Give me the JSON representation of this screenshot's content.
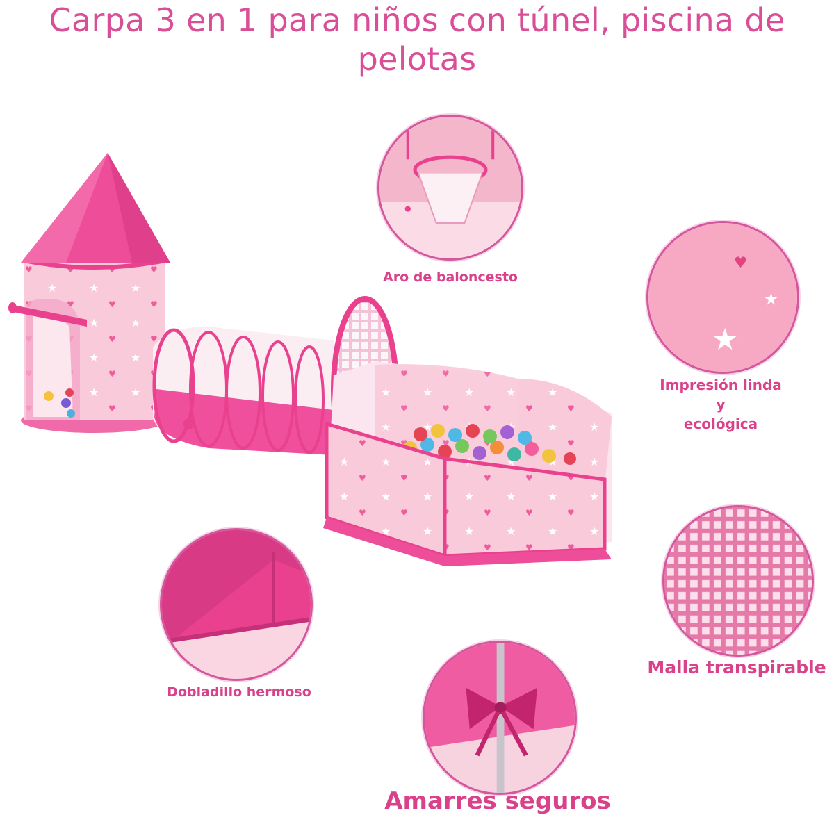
{
  "title": {
    "line1": "Carpa 3 en 1 para niños con túnel, piscina de",
    "line2": "pelotas"
  },
  "captions": {
    "basketball": "Aro de baloncesto",
    "print_line1": "Impresión linda",
    "print_line2": "y",
    "print_line3": "ecológica",
    "mesh": "Malla transpirable",
    "hem": "Dobladillo hermoso",
    "ties": "Amarres seguros"
  },
  "colors": {
    "title": "#d94f97",
    "caption": "#d9418a",
    "tent_pink": "#ee4d9a",
    "tent_light": "#f9c9d8",
    "ring": "#d4569d"
  },
  "icons": [
    "castle-tent-illustration",
    "tunnel-illustration",
    "ball-pit-illustration",
    "basketball-hoop-detail",
    "star-print-detail",
    "mesh-detail",
    "hem-detail",
    "bow-tie-detail"
  ]
}
